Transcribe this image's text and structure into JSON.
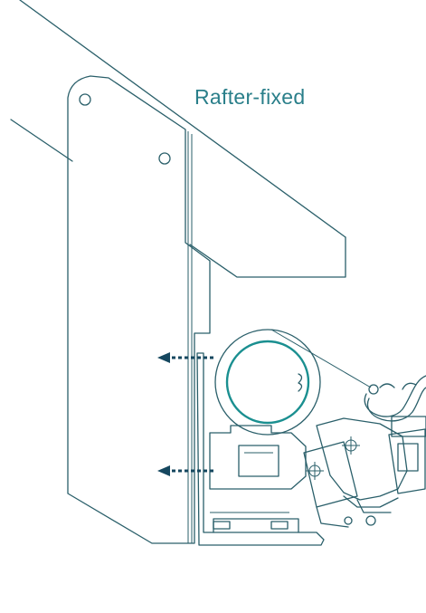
{
  "diagram": {
    "caption": "Rafter-fixed",
    "colors": {
      "outline": "#2a5f6a",
      "caption": "#2a7f8a",
      "roller_ring": "#1a8f90",
      "arrows": "#15475f"
    },
    "icons": [
      "roller-tube",
      "mounting-bracket",
      "fixing-arrow",
      "end-clip",
      "gearbox"
    ]
  }
}
